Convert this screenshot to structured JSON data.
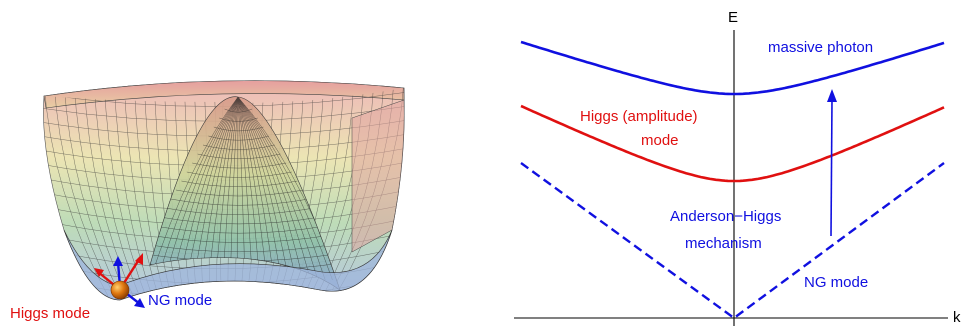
{
  "left_panel": {
    "labels": {
      "higgs_mode": "Higgs mode",
      "ng_mode": "NG mode"
    }
  },
  "right_panel": {
    "axes": {
      "y_label": "E",
      "x_label": "k"
    },
    "annotations": {
      "massive_photon": "massive photon",
      "higgs_line1": "Higgs (amplitude)",
      "higgs_line2": "mode",
      "anderson_line1": "Anderson−Higgs",
      "anderson_line2": "mechanism",
      "ng_mode": "NG mode"
    }
  },
  "colors": {
    "blue": "#1010e0",
    "red": "#e01010",
    "axis": "#000000"
  }
}
